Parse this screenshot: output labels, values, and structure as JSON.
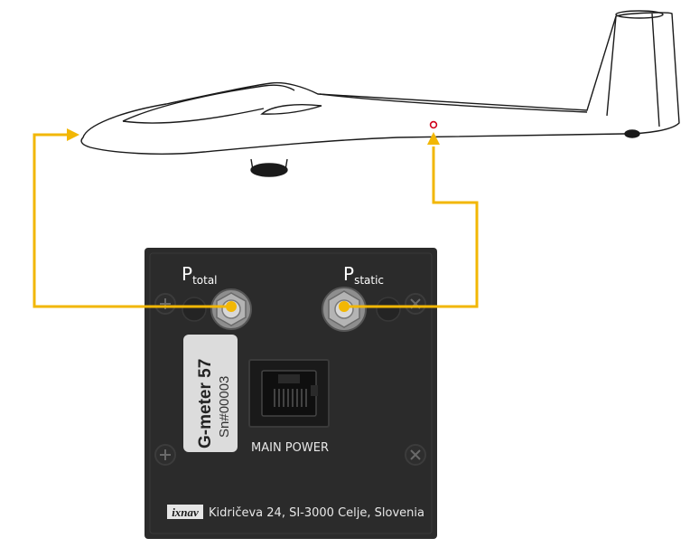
{
  "ports": {
    "total": {
      "letter": "P",
      "subscript": "total"
    },
    "static": {
      "letter": "P",
      "subscript": "static"
    }
  },
  "sticker": {
    "title": "G-meter 57",
    "serial": "Sn#00003"
  },
  "connector_label": "MAIN POWER",
  "footer": {
    "brand": "ixnav",
    "address": "Kidričeva 24, SI-3000 Celje, Slovenia"
  },
  "colors": {
    "tube": "#f2b705",
    "static_port_marker": "#d0021b",
    "panel": "#2b2b2b",
    "outline": "#1a1a1a"
  }
}
